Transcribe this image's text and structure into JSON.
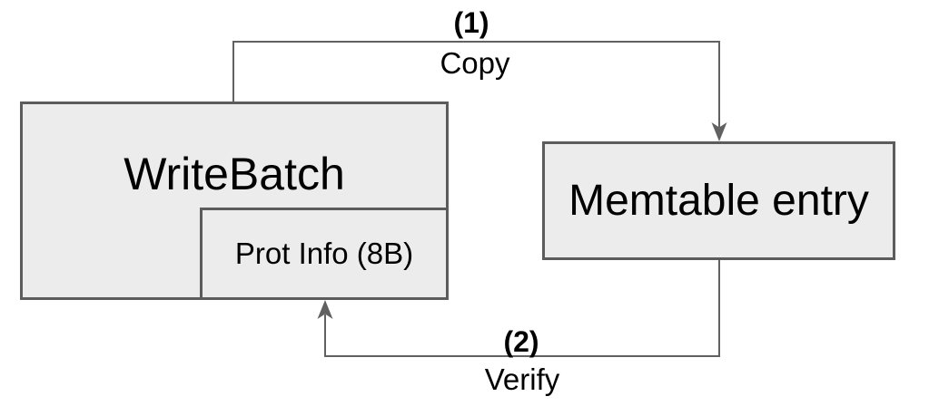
{
  "diagram": {
    "type": "flow-diagram",
    "colors": {
      "background": "#ffffff",
      "box_fill": "#ececec",
      "box_border": "#5c5c5c",
      "line": "#616161",
      "text": "#000000"
    },
    "nodes": {
      "writebatch": {
        "label": "WriteBatch"
      },
      "prot_info": {
        "label": "Prot Info (8B)"
      },
      "memtable": {
        "label": "Memtable entry"
      }
    },
    "edges": {
      "copy": {
        "step": "(1)",
        "label": "Copy",
        "from": "WriteBatch",
        "to": "Memtable entry"
      },
      "verify": {
        "step": "(2)",
        "label": "Verify",
        "from": "Memtable entry",
        "to": "Prot Info (8B)"
      }
    }
  }
}
